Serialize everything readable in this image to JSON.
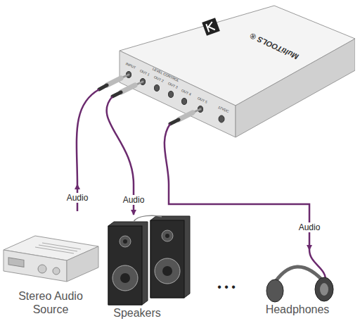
{
  "diagram": {
    "nodes": [
      {
        "text": [
          "MultiTOOLS ®"
        ]
      },
      {
        "text": [
          "Stereo Audio Source"
        ]
      },
      {
        "text": [
          "Speakers"
        ]
      },
      {
        "text": [
          "Headphones"
        ]
      }
    ],
    "edges": [
      {
        "from": 1,
        "to": 0,
        "label": "Audio",
        "arrow": "to"
      },
      {
        "from": 0,
        "to": 2,
        "label": "Audio",
        "arrow": "to"
      },
      {
        "from": 0,
        "to": 3,
        "label": "Audio",
        "arrow": "to"
      }
    ],
    "labels": [
      "INPUT",
      "OUT 1",
      "OUT 2",
      "LEVEL CONTROL",
      "OUT 3",
      "OUT 4",
      "OUT 5",
      "12VDC",
      "• • •"
    ]
  }
}
